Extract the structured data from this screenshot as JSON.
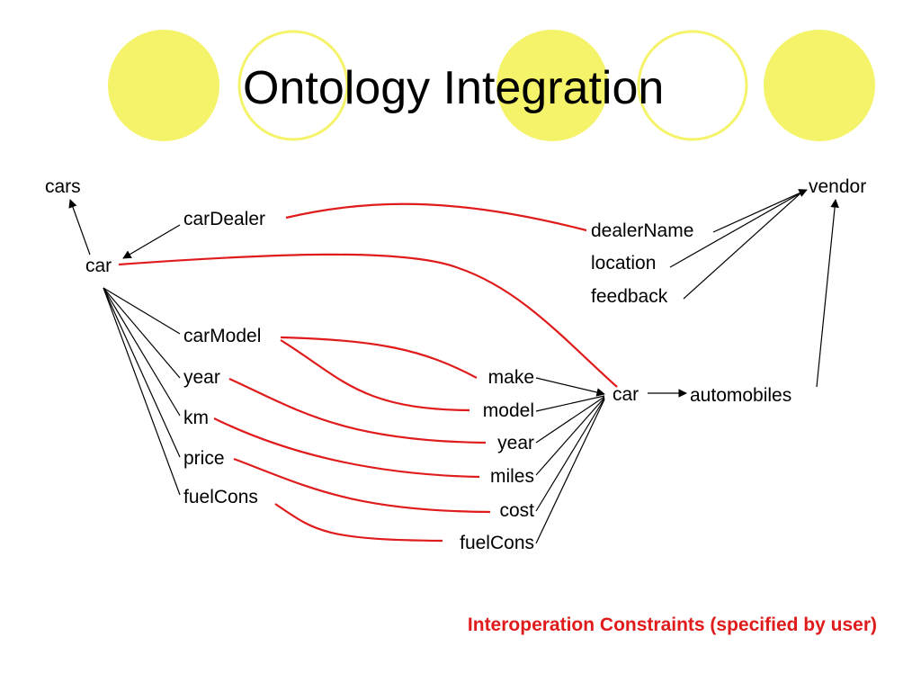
{
  "slide": {
    "title": "Ontology Integration",
    "footnote": "Interoperation Constraints (specified by user)",
    "accent_color": "#f5f36a",
    "mapping_color": "#e01b1b",
    "footnote_color": "#e01b1b"
  },
  "left_ontology": {
    "root": "cars",
    "class": "car",
    "dealer": "carDealer",
    "attributes": [
      "carModel",
      "year",
      "km",
      "price",
      "fuelCons"
    ]
  },
  "right_ontology": {
    "root": "vendor",
    "vendor_attributes": [
      "dealerName",
      "location",
      "feedback"
    ],
    "collection": "automobiles",
    "class": "car",
    "attributes": [
      "make",
      "model",
      "year",
      "miles",
      "cost",
      "fuelCons"
    ]
  }
}
